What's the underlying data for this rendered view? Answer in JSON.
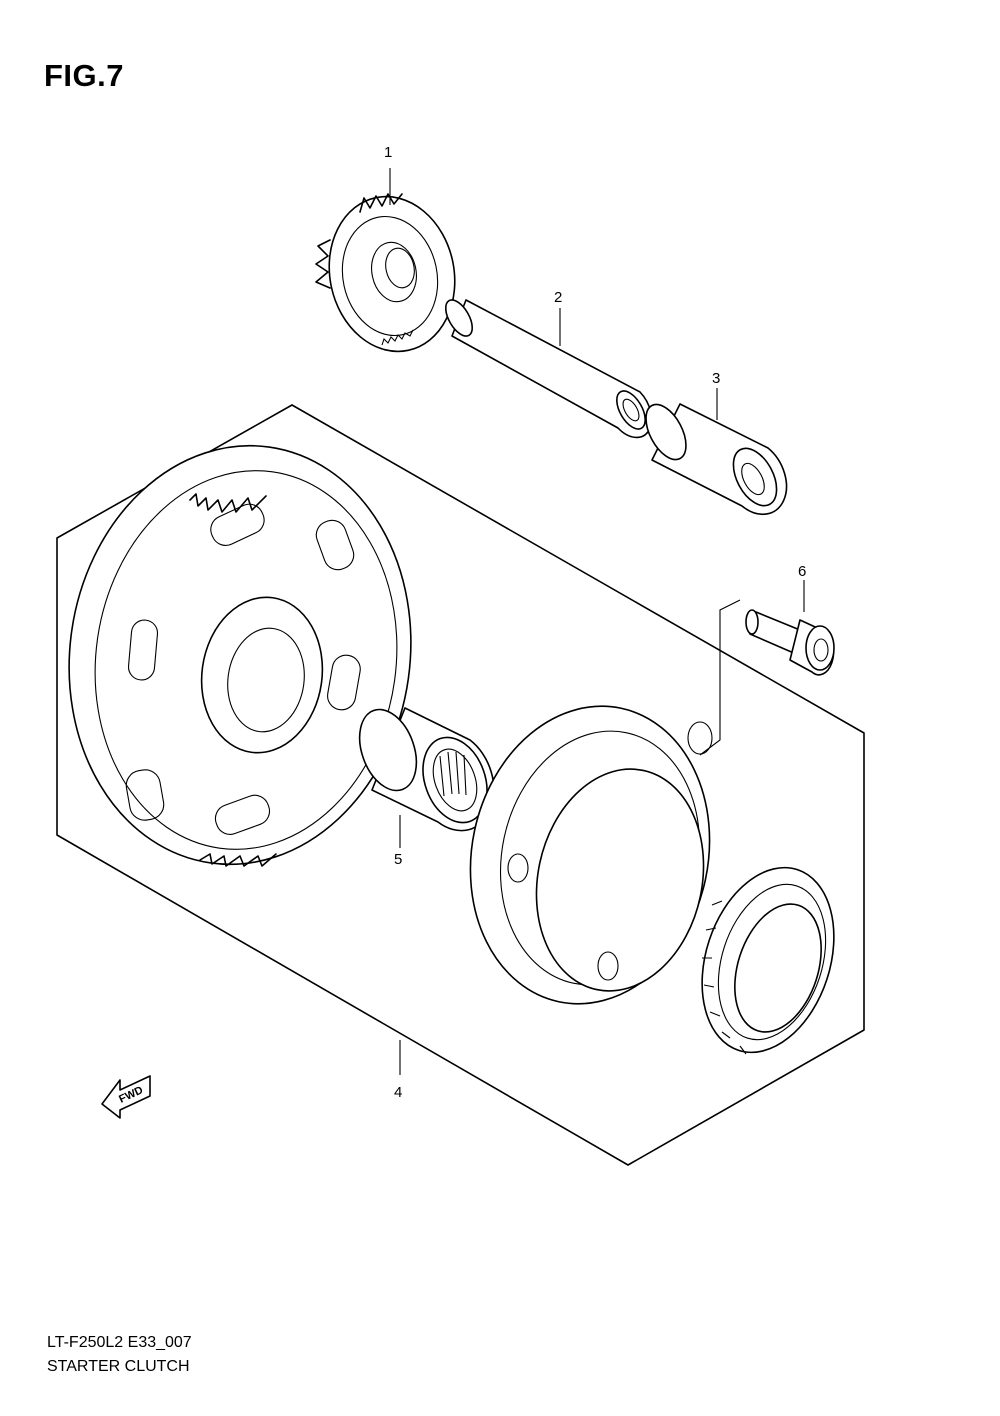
{
  "figure": {
    "title": "FIG.7"
  },
  "callouts": [
    {
      "id": "1",
      "label": "1"
    },
    {
      "id": "2",
      "label": "2"
    },
    {
      "id": "3",
      "label": "3"
    },
    {
      "id": "4",
      "label": "4"
    },
    {
      "id": "5",
      "label": "5"
    },
    {
      "id": "6",
      "label": "6"
    }
  ],
  "direction_marker": {
    "label": "FWD",
    "icon": "fwd-arrow-icon"
  },
  "footer": {
    "code": "LT-F250L2 E33_007",
    "caption": "STARTER CLUTCH"
  }
}
